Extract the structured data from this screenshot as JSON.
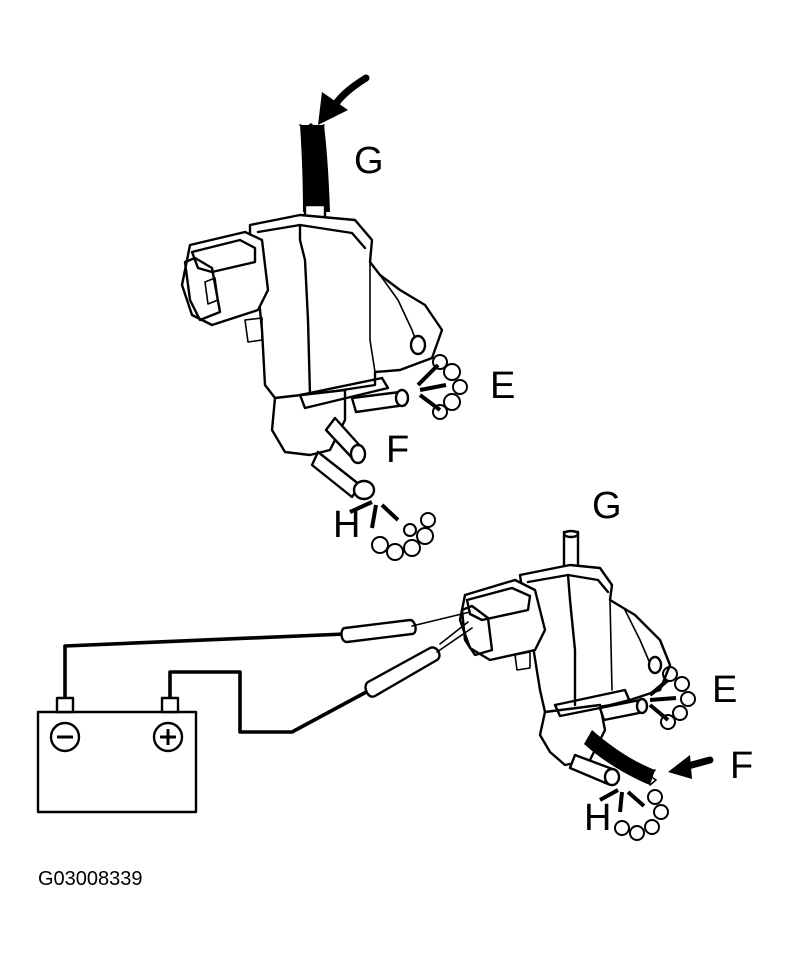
{
  "diagram": {
    "labels": {
      "upper_g": "G",
      "upper_e": "E",
      "upper_f": "F",
      "upper_h": "H",
      "lower_g": "G",
      "lower_e": "E",
      "lower_f": "F",
      "lower_h": "H"
    },
    "figure_code": "G03008339",
    "battery_terminals": {
      "negative": "−",
      "positive": "+"
    }
  }
}
